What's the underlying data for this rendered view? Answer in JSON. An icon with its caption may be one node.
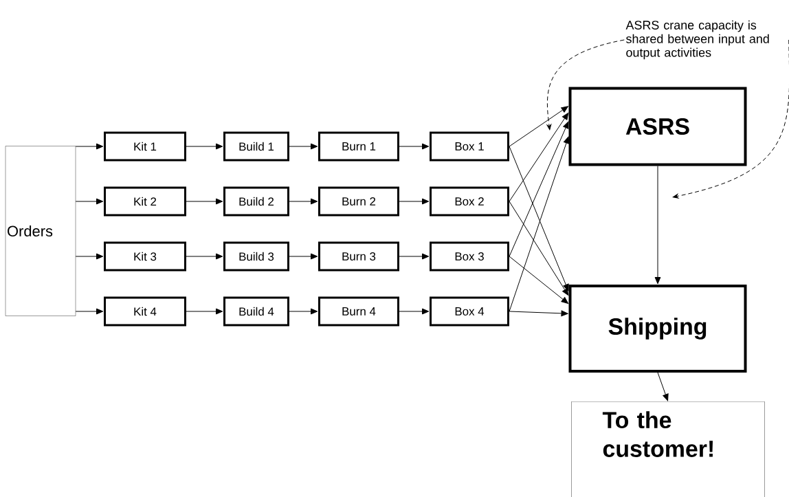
{
  "diagram": {
    "nodes": [
      {
        "text": [
          "Orders"
        ]
      },
      {
        "text": [
          "Kit 1"
        ]
      },
      {
        "text": [
          "Build 1"
        ]
      },
      {
        "text": [
          "Burn 1"
        ]
      },
      {
        "text": [
          "Box 1"
        ]
      },
      {
        "text": [
          "Kit 2"
        ]
      },
      {
        "text": [
          "Build 2"
        ]
      },
      {
        "text": [
          "Burn 2"
        ]
      },
      {
        "text": [
          "Box 2"
        ]
      },
      {
        "text": [
          "Kit 3"
        ]
      },
      {
        "text": [
          "Build 3"
        ]
      },
      {
        "text": [
          "Burn 3"
        ]
      },
      {
        "text": [
          "Box 3"
        ]
      },
      {
        "text": [
          "Kit 4"
        ]
      },
      {
        "text": [
          "Build 4"
        ]
      },
      {
        "text": [
          "Burn 4"
        ]
      },
      {
        "text": [
          "Box 4"
        ]
      },
      {
        "text": [
          "ASRS"
        ]
      },
      {
        "text": [
          "Shipping"
        ]
      },
      {
        "text": [
          "To the customer!"
        ]
      },
      {
        "text": [
          "ASRS crane capacity is shared between input and output activities"
        ]
      }
    ],
    "edges": [
      {
        "from": 0,
        "to": 1,
        "arrow": "to"
      },
      {
        "from": 0,
        "to": 5,
        "arrow": "to"
      },
      {
        "from": 0,
        "to": 9,
        "arrow": "to"
      },
      {
        "from": 0,
        "to": 13,
        "arrow": "to"
      },
      {
        "from": 1,
        "to": 2,
        "arrow": "to"
      },
      {
        "from": 2,
        "to": 3,
        "arrow": "to"
      },
      {
        "from": 3,
        "to": 4,
        "arrow": "to"
      },
      {
        "from": 5,
        "to": 6,
        "arrow": "to"
      },
      {
        "from": 6,
        "to": 7,
        "arrow": "to"
      },
      {
        "from": 7,
        "to": 8,
        "arrow": "to"
      },
      {
        "from": 9,
        "to": 10,
        "arrow": "to"
      },
      {
        "from": 10,
        "to": 11,
        "arrow": "to"
      },
      {
        "from": 11,
        "to": 12,
        "arrow": "to"
      },
      {
        "from": 13,
        "to": 14,
        "arrow": "to"
      },
      {
        "from": 14,
        "to": 15,
        "arrow": "to"
      },
      {
        "from": 15,
        "to": 16,
        "arrow": "to"
      },
      {
        "from": 4,
        "to": 17,
        "arrow": "to"
      },
      {
        "from": 8,
        "to": 17,
        "arrow": "to"
      },
      {
        "from": 12,
        "to": 17,
        "arrow": "to"
      },
      {
        "from": 16,
        "to": 17,
        "arrow": "to"
      },
      {
        "from": 4,
        "to": 18,
        "arrow": "to"
      },
      {
        "from": 8,
        "to": 18,
        "arrow": "to"
      },
      {
        "from": 12,
        "to": 18,
        "arrow": "to"
      },
      {
        "from": 16,
        "to": 18,
        "arrow": "to"
      },
      {
        "from": 17,
        "to": 18,
        "arrow": "to"
      },
      {
        "from": 18,
        "to": 19,
        "arrow": "to"
      },
      {
        "from": 20,
        "to": null,
        "arrow": "to",
        "style": "dashed"
      },
      {
        "from": 20,
        "to": null,
        "arrow": "to",
        "style": "dashed"
      }
    ]
  }
}
